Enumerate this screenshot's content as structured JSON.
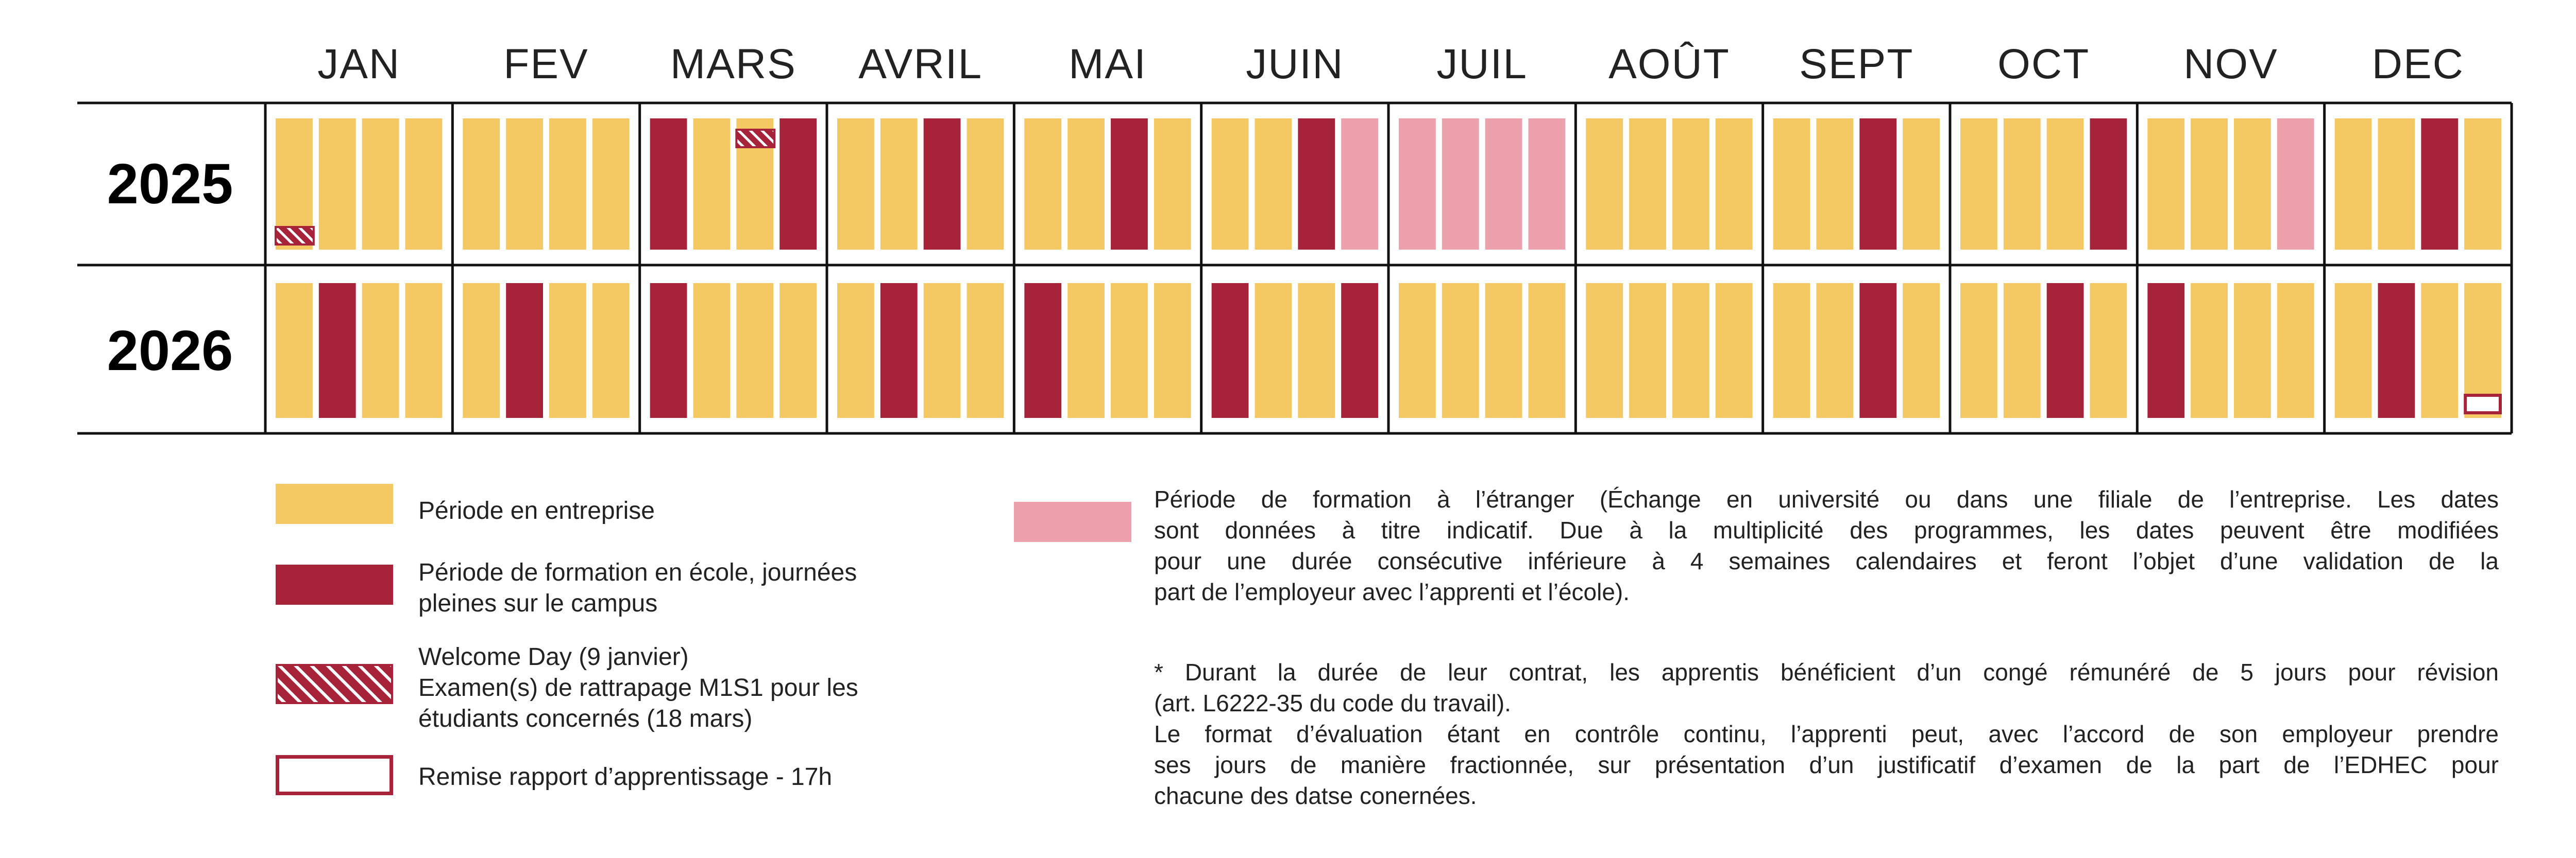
{
  "months": [
    "JAN",
    "FEV",
    "MARS",
    "AVRIL",
    "MAI",
    "JUIN",
    "JUIL",
    "AOÛT",
    "SEPT",
    "OCT",
    "NOV",
    "DEC"
  ],
  "years": [
    "2025",
    "2026"
  ],
  "colors": {
    "entreprise": "#F4C862",
    "ecole": "#A6233A",
    "etranger": "#EDA1AC",
    "border": "#111111"
  },
  "weeks": {
    "2025": [
      [
        "E",
        "E",
        "E",
        "E"
      ],
      [
        "E",
        "E",
        "E",
        "E"
      ],
      [
        "S",
        "E",
        "E",
        "S"
      ],
      [
        "E",
        "E",
        "S",
        "E"
      ],
      [
        "E",
        "E",
        "S",
        "E"
      ],
      [
        "E",
        "E",
        "S",
        "P"
      ],
      [
        "P",
        "P",
        "P",
        "P"
      ],
      [
        "E",
        "E",
        "E",
        "E"
      ],
      [
        "E",
        "E",
        "S",
        "E"
      ],
      [
        "E",
        "E",
        "E",
        "S"
      ],
      [
        "E",
        "E",
        "E",
        "P"
      ],
      [
        "E",
        "E",
        "S",
        "E"
      ]
    ],
    "2026": [
      [
        "E",
        "S",
        "E",
        "E"
      ],
      [
        "E",
        "S",
        "E",
        "E"
      ],
      [
        "S",
        "E",
        "E",
        "E"
      ],
      [
        "E",
        "S",
        "E",
        "E"
      ],
      [
        "S",
        "E",
        "E",
        "E"
      ],
      [
        "S",
        "E",
        "E",
        "S"
      ],
      [
        "E",
        "E",
        "E",
        "E"
      ],
      [
        "E",
        "E",
        "E",
        "E"
      ],
      [
        "E",
        "E",
        "S",
        "E"
      ],
      [
        "E",
        "E",
        "S",
        "E"
      ],
      [
        "S",
        "E",
        "E",
        "E"
      ],
      [
        "E",
        "S",
        "E",
        "E"
      ]
    ]
  },
  "markers": [
    {
      "year": "2025",
      "month": 0,
      "week": 0,
      "type": "hatched",
      "position": "bottom"
    },
    {
      "year": "2025",
      "month": 2,
      "week": 2,
      "type": "hatched",
      "position": "top"
    },
    {
      "year": "2026",
      "month": 11,
      "week": 3,
      "type": "outline",
      "position": "bottom"
    }
  ],
  "legend": {
    "entreprise": "Période en entreprise",
    "ecole": [
      "Période de formation en école, journées",
      "pleines sur le campus"
    ],
    "welcome": [
      "Welcome Day (9 janvier)",
      "Examen(s) de rattrapage M1S1 pour les",
      "étudiants concernés (18 mars)"
    ],
    "remise": "Remise rapport d’apprentissage - 17h",
    "etranger": [
      "Période de formation à l’étranger (Échange en université ou dans une filiale de l’entreprise. Les dates",
      "sont données à titre indicatif. Due à la multiplicité des programmes, les dates peuvent être modifiées",
      "pour une durée consécutive inférieure à 4 semaines calendaires et feront l’objet d’une validation de la",
      "part de l’employeur avec l’apprenti et l’école)."
    ],
    "note": [
      "* Durant la durée de leur contrat, les apprentis bénéficient d’un congé rémunéré de 5 jours pour révision",
      "(art. L6222-35 du code du travail).",
      "Le format d’évaluation étant en contrôle continu, l’apprenti peut, avec l’accord de son employeur prendre",
      "ses jours de manière fractionnée, sur présentation d’un justificatif d’examen de la part de l’EDHEC pour",
      "chacune des datse conernées."
    ]
  }
}
